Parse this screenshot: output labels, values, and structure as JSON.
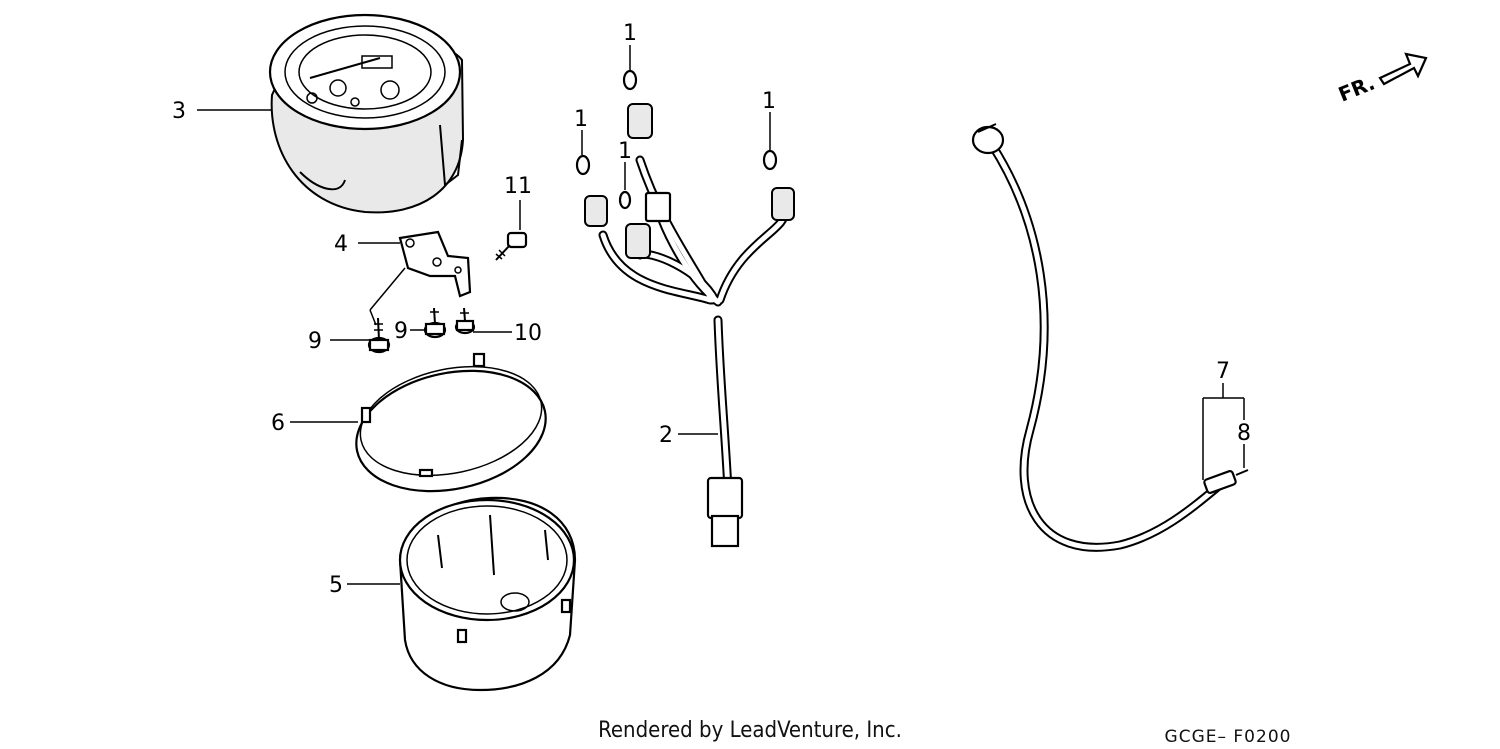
{
  "callouts": {
    "c1a": "1",
    "c1b": "1",
    "c1c": "1",
    "c1d": "1",
    "c2": "2",
    "c3": "3",
    "c4": "4",
    "c5": "5",
    "c6": "6",
    "c7": "7",
    "c8": "8",
    "c9a": "9",
    "c9b": "9",
    "c10": "10",
    "c11": "11"
  },
  "direction_label": "FR.",
  "footer": {
    "credit": "Rendered by LeadVenture, Inc.",
    "diagram_code": "GCGE– F0200"
  }
}
